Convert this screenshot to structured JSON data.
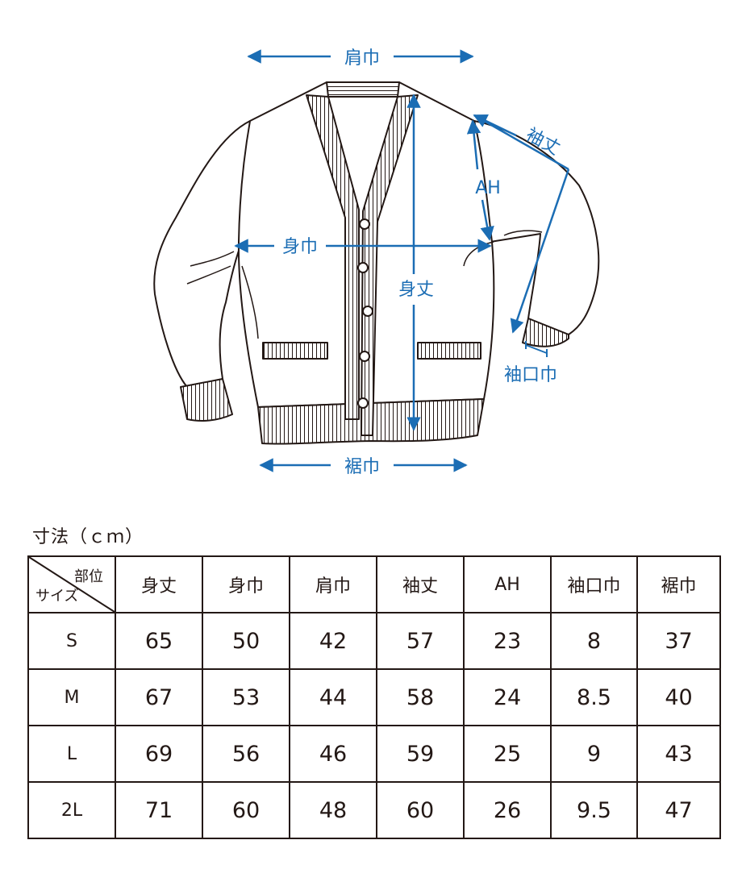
{
  "diagram": {
    "labels": {
      "shoulder_width": "肩巾",
      "sleeve_length": "袖丈",
      "armhole": "AH",
      "body_width": "身巾",
      "body_length": "身丈",
      "cuff_width": "袖口巾",
      "hem_width": "裾巾"
    },
    "colors": {
      "measure": "#1b6db4",
      "line": "#231815"
    }
  },
  "table": {
    "caption": "寸法（ｃｍ）",
    "corner_top": "部位",
    "corner_bottom": "サイズ",
    "headers": [
      "身丈",
      "身巾",
      "肩巾",
      "袖丈",
      "AH",
      "袖口巾",
      "裾巾"
    ],
    "rows": [
      {
        "size": "S",
        "values": [
          "65",
          "50",
          "42",
          "57",
          "23",
          "8",
          "37"
        ]
      },
      {
        "size": "M",
        "values": [
          "67",
          "53",
          "44",
          "58",
          "24",
          "8.5",
          "40"
        ]
      },
      {
        "size": "L",
        "values": [
          "69",
          "56",
          "46",
          "59",
          "25",
          "9",
          "43"
        ]
      },
      {
        "size": "2L",
        "values": [
          "71",
          "60",
          "48",
          "60",
          "26",
          "9.5",
          "47"
        ]
      }
    ]
  }
}
